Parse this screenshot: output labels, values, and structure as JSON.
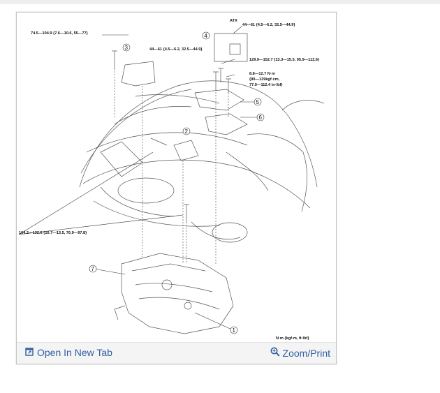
{
  "figure": {
    "transmission_label": "ATX",
    "torque_labels": [
      "74.5—104.9 {7.6—10.6, 55—77}",
      "44—61 {4.5—6.2, 32.5—44.9}",
      "44—61 {4.5—6.2, 32.5—44.9}",
      "129.9—152.7 {13.3—15.5, 95.9—112.6}",
      "8.8—12.7 N·m",
      "{90—129kgf·cm,",
      "77.9—112.4 in·lbf}",
      "104.2—132.6 {10.7—13.5, 76.9—97.8}"
    ],
    "callouts": [
      "1",
      "2",
      "3",
      "4",
      "5",
      "6",
      "7"
    ],
    "units_note": "N·m {kgf·m, ft·lbf}"
  },
  "footer": {
    "open_label": "Open In New Tab",
    "zoom_label": "Zoom/Print",
    "link_color": "#2f5fa0",
    "open_icon": "open-in-new-tab-icon",
    "zoom_icon": "magnifier-icon"
  }
}
